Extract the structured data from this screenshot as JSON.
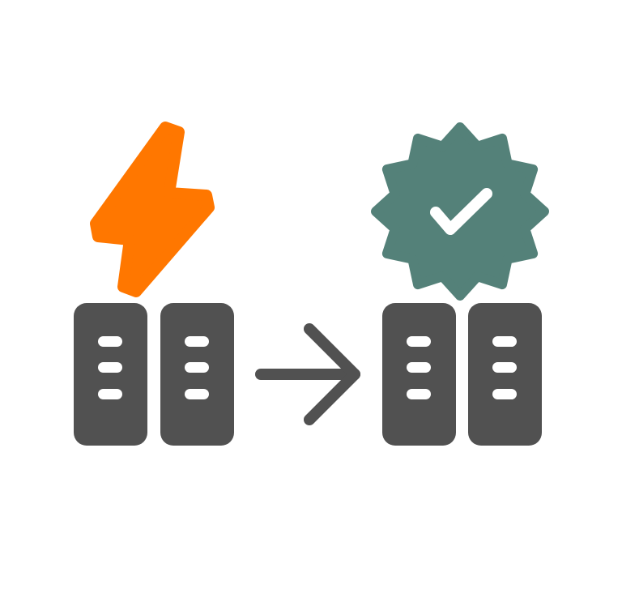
{
  "diagram": {
    "nodes": [
      {
        "id": "source-servers",
        "icon": "server-rack-icon",
        "badge": "lightning-bolt-icon",
        "status": "failure"
      },
      {
        "id": "target-servers",
        "icon": "server-rack-icon",
        "badge": "verified-badge-icon",
        "status": "success"
      }
    ],
    "edges": [
      {
        "from": "source-servers",
        "to": "target-servers",
        "icon": "arrow-right-icon"
      }
    ]
  },
  "colors": {
    "server": "#515151",
    "lightning": "#FF7700",
    "verified_badge": "#548179",
    "check": "#FFFFFF",
    "background": "#FFFFFF"
  }
}
